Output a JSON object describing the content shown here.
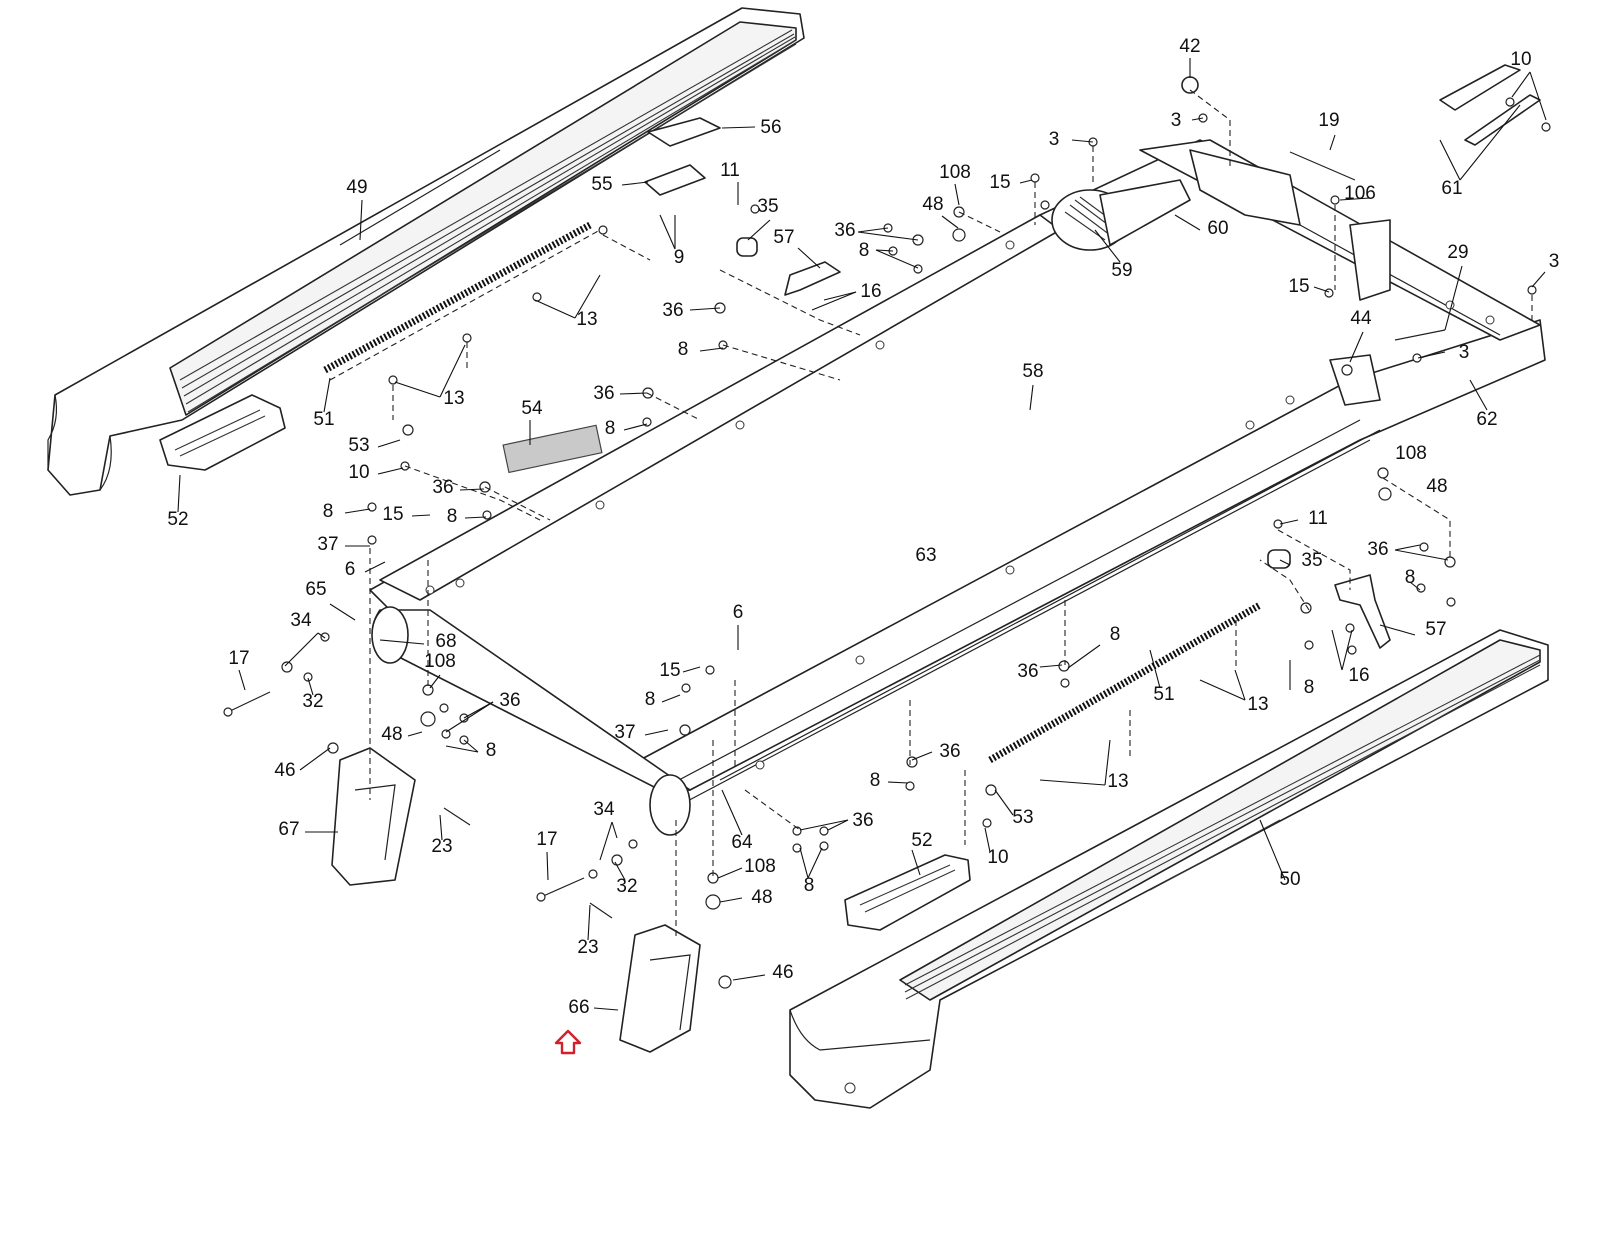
{
  "callouts": [
    {
      "id": "c-42",
      "text": "42"
    },
    {
      "id": "c-10a",
      "text": "10"
    },
    {
      "id": "c-3a",
      "text": "3"
    },
    {
      "id": "c-3b",
      "text": "3"
    },
    {
      "id": "c-19",
      "text": "19"
    },
    {
      "id": "c-106",
      "text": "106"
    },
    {
      "id": "c-61",
      "text": "61"
    },
    {
      "id": "c-56",
      "text": "56"
    },
    {
      "id": "c-49",
      "text": "49"
    },
    {
      "id": "c-55",
      "text": "55"
    },
    {
      "id": "c-11a",
      "text": "11"
    },
    {
      "id": "c-35a",
      "text": "35"
    },
    {
      "id": "c-108a",
      "text": "108"
    },
    {
      "id": "c-15a",
      "text": "15"
    },
    {
      "id": "c-48a",
      "text": "48"
    },
    {
      "id": "c-36a",
      "text": "36"
    },
    {
      "id": "c-8a",
      "text": "8"
    },
    {
      "id": "c-60",
      "text": "60"
    },
    {
      "id": "c-9",
      "text": "9"
    },
    {
      "id": "c-57a",
      "text": "57"
    },
    {
      "id": "c-59",
      "text": "59"
    },
    {
      "id": "c-29",
      "text": "29"
    },
    {
      "id": "c-3c",
      "text": "3"
    },
    {
      "id": "c-16a",
      "text": "16"
    },
    {
      "id": "c-15b",
      "text": "15"
    },
    {
      "id": "c-13a",
      "text": "13"
    },
    {
      "id": "c-36b",
      "text": "36"
    },
    {
      "id": "c-44",
      "text": "44"
    },
    {
      "id": "c-8b",
      "text": "8"
    },
    {
      "id": "c-3d",
      "text": "3"
    },
    {
      "id": "c-58",
      "text": "58"
    },
    {
      "id": "c-13b",
      "text": "13"
    },
    {
      "id": "c-36c",
      "text": "36"
    },
    {
      "id": "c-54",
      "text": "54"
    },
    {
      "id": "c-62",
      "text": "62"
    },
    {
      "id": "c-51a",
      "text": "51"
    },
    {
      "id": "c-8c",
      "text": "8"
    },
    {
      "id": "c-53a",
      "text": "53"
    },
    {
      "id": "c-108b",
      "text": "108"
    },
    {
      "id": "c-10b",
      "text": "10"
    },
    {
      "id": "c-48b",
      "text": "48"
    },
    {
      "id": "c-52a",
      "text": "52"
    },
    {
      "id": "c-36d",
      "text": "36"
    },
    {
      "id": "c-8d",
      "text": "8"
    },
    {
      "id": "c-15c",
      "text": "15"
    },
    {
      "id": "c-8e",
      "text": "8"
    },
    {
      "id": "c-11b",
      "text": "11"
    },
    {
      "id": "c-37a",
      "text": "37"
    },
    {
      "id": "c-36e",
      "text": "36"
    },
    {
      "id": "c-6a",
      "text": "6"
    },
    {
      "id": "c-35b",
      "text": "35"
    },
    {
      "id": "c-63",
      "text": "63"
    },
    {
      "id": "c-8f",
      "text": "8"
    },
    {
      "id": "c-65",
      "text": "65"
    },
    {
      "id": "c-57b",
      "text": "57"
    },
    {
      "id": "c-6b",
      "text": "6"
    },
    {
      "id": "c-34a",
      "text": "34"
    },
    {
      "id": "c-68",
      "text": "68"
    },
    {
      "id": "c-36f",
      "text": "36"
    },
    {
      "id": "c-17a",
      "text": "17"
    },
    {
      "id": "c-16b",
      "text": "16"
    },
    {
      "id": "c-108c",
      "text": "108"
    },
    {
      "id": "c-8g",
      "text": "8"
    },
    {
      "id": "c-15d",
      "text": "15"
    },
    {
      "id": "c-36g",
      "text": "36"
    },
    {
      "id": "c-51b",
      "text": "51"
    },
    {
      "id": "c-8h",
      "text": "8"
    },
    {
      "id": "c-32a",
      "text": "32"
    },
    {
      "id": "c-13c",
      "text": "13"
    },
    {
      "id": "c-8i",
      "text": "8"
    },
    {
      "id": "c-37b",
      "text": "37"
    },
    {
      "id": "c-48c",
      "text": "48"
    },
    {
      "id": "c-8j",
      "text": "8"
    },
    {
      "id": "c-36h",
      "text": "36"
    },
    {
      "id": "c-46a",
      "text": "46"
    },
    {
      "id": "c-8k",
      "text": "8"
    },
    {
      "id": "c-13d",
      "text": "13"
    },
    {
      "id": "c-34b",
      "text": "34"
    },
    {
      "id": "c-67",
      "text": "67"
    },
    {
      "id": "c-23a",
      "text": "23"
    },
    {
      "id": "c-36i",
      "text": "36"
    },
    {
      "id": "c-53b",
      "text": "53"
    },
    {
      "id": "c-64",
      "text": "64"
    },
    {
      "id": "c-17b",
      "text": "17"
    },
    {
      "id": "c-52b",
      "text": "52"
    },
    {
      "id": "c-10c",
      "text": "10"
    },
    {
      "id": "c-108d",
      "text": "108"
    },
    {
      "id": "c-32b",
      "text": "32"
    },
    {
      "id": "c-8l",
      "text": "8"
    },
    {
      "id": "c-50",
      "text": "50"
    },
    {
      "id": "c-48d",
      "text": "48"
    },
    {
      "id": "c-23b",
      "text": "23"
    },
    {
      "id": "c-46b",
      "text": "46"
    },
    {
      "id": "c-66",
      "text": "66"
    }
  ],
  "highlight": {
    "part": "66",
    "marker": "up-arrow-icon",
    "color": "#d0202a"
  }
}
